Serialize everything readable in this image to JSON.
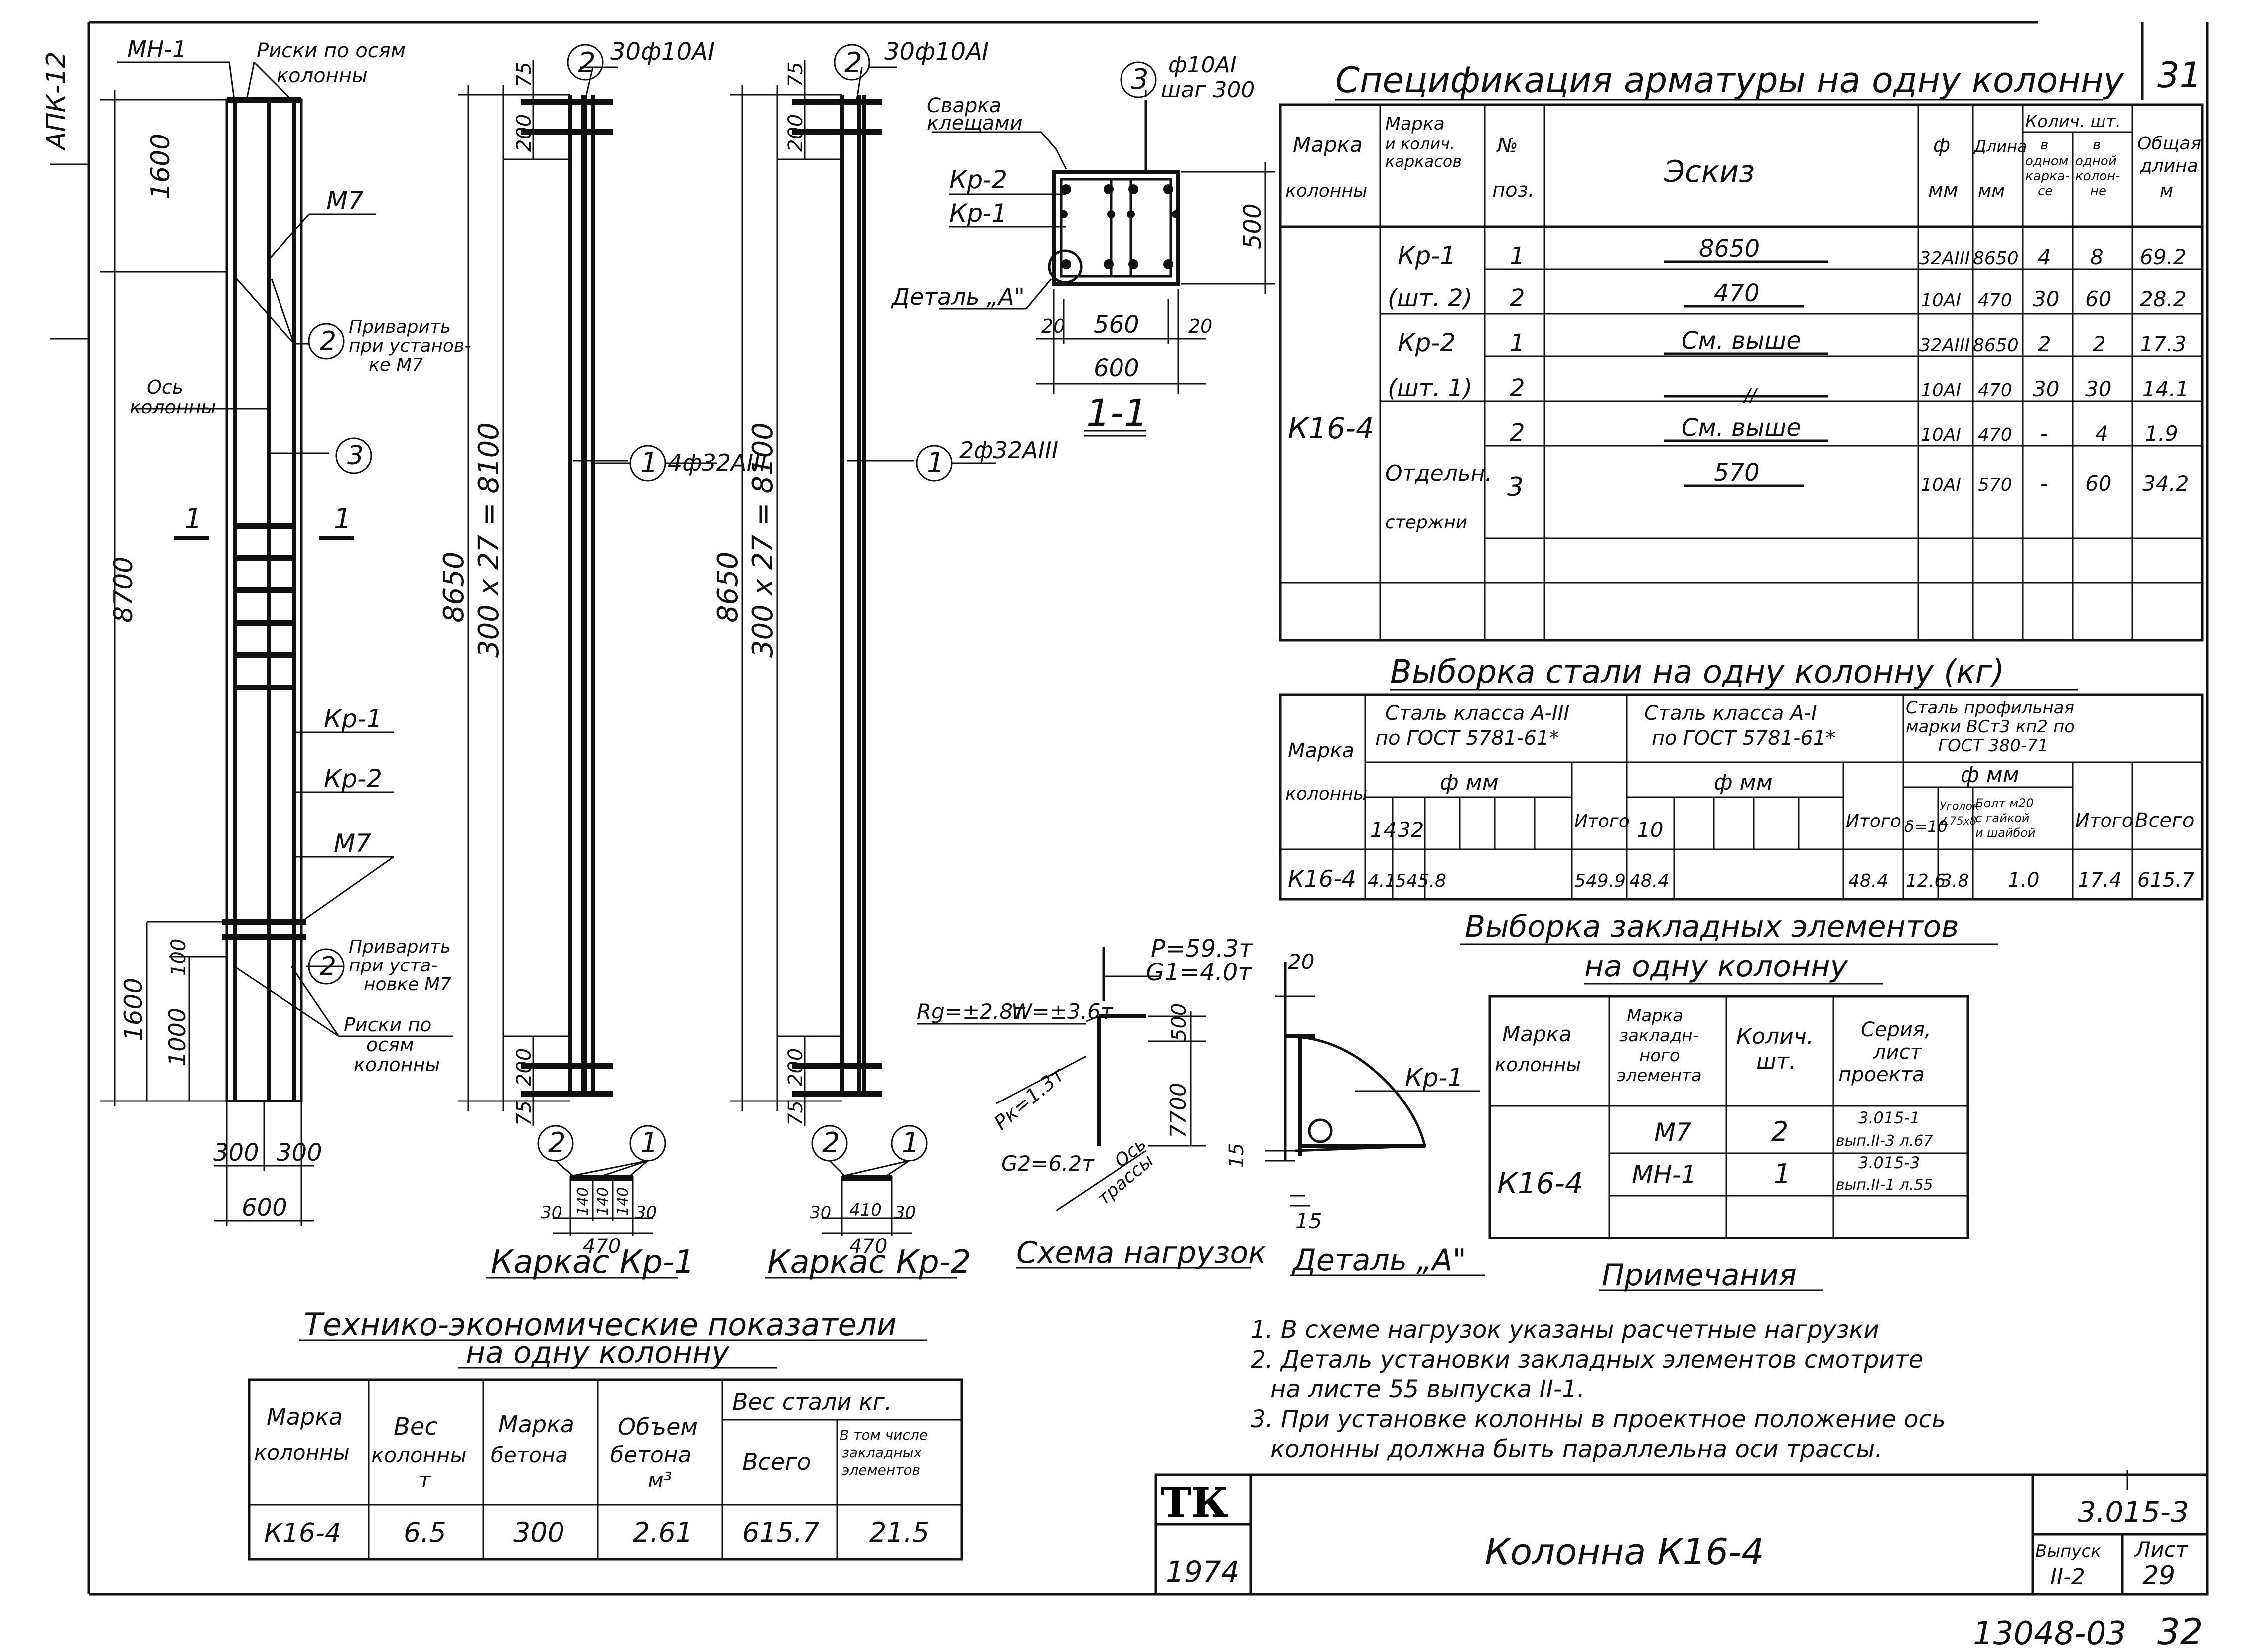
{
  "margin_code": "АПК-12",
  "sheet_top_number": "31",
  "bottom_code": "13048-03",
  "bottom_page": "32",
  "column_elevation": {
    "mh1": "МН-1",
    "risks_top": "Риски по осям",
    "risks_top2": "колонны",
    "dim_1600_top": "1600",
    "m7_top": "М7",
    "weld_pos": "2",
    "weld_text1": "Приварить",
    "weld_text2": "при установ-",
    "weld_text3": "ке М7",
    "axis1": "Ось",
    "axis2": "колонны",
    "pos3": "3",
    "section_mark": "1",
    "dim_8700": "8700",
    "kp1": "Кр-1",
    "kp2": "Кр-2",
    "m7_bottom": "М7",
    "weld2_pos": "2",
    "weld2_text1": "Приварить",
    "weld2_text2": "при уста-",
    "weld2_text3": "новке М7",
    "risks_bot1": "Риски по",
    "risks_bot2": "осям",
    "risks_bot3": "колонны",
    "dim_1600_bot": "1600",
    "dim_1000": "1000",
    "dim_100": "100",
    "dim_300a": "300",
    "dim_300b": "300",
    "dim_600": "600"
  },
  "cage1": {
    "pos2": "2",
    "bar2": "30ф10АI",
    "dim_75a": "75",
    "dim_200a": "200",
    "dim_8650": "8650",
    "dim_8100": "300 x 27 = 8100",
    "pos1": "1",
    "bar1": "4ф32АIII",
    "dim_200b": "200",
    "dim_75b": "75",
    "dim_30a": "30",
    "dim_140a": "140",
    "dim_140b": "140",
    "dim_140c": "140",
    "dim_30b": "30",
    "dim_470": "470",
    "bot_pos2": "2",
    "bot_pos1": "1",
    "title": "Каркас Кр-1"
  },
  "cage2": {
    "pos2": "2",
    "bar2": "30ф10АI",
    "dim_75a": "75",
    "dim_200a": "200",
    "dim_8650": "8650",
    "dim_8100": "300 x 27 = 8100",
    "pos1": "1",
    "bar1": "2ф32АIII",
    "dim_200b": "200",
    "dim_75b": "75",
    "dim_30a": "30",
    "dim_410": "410",
    "dim_30b": "30",
    "dim_470": "470",
    "bot_pos2": "2",
    "bot_pos1": "1",
    "title": "Каркас Кр-2"
  },
  "section": {
    "pos3": "3",
    "bar3": "ф10АI",
    "step": "шаг 300",
    "weld1": "Сварка",
    "weld2": "клещами",
    "kp2": "Кр-2",
    "kp1": "Кр-1",
    "dim_500": "500",
    "detail": "Деталь „А\"",
    "dim_20a": "20",
    "dim_560": "560",
    "dim_20b": "20",
    "dim_600": "600",
    "title": "1-1"
  },
  "loads": {
    "p": "P=59.3т",
    "g1": "G1=4.0т",
    "rg": "Rg=±2.8т",
    "w": "W=±3.6т",
    "pk": "Pк=1.3т",
    "g2": "G2=6.2т",
    "axis1": "Ось",
    "axis2": "трассы",
    "dim_500": "500",
    "dim_7700": "7700",
    "title": "Схема нагрузок"
  },
  "detail_a": {
    "dim_20": "20",
    "kp1": "Кр-1",
    "dim_15a": "15",
    "dim_15b": "15",
    "title": "Деталь „А\""
  },
  "spec": {
    "title": "Спецификация арматуры на одну колонну",
    "headers": [
      "Марка колонны",
      "Марка и колич. каркасов",
      "№ поз.",
      "Эскиз",
      "ф мм",
      "Длина мм",
      "Колич. шт. в одном каркасе",
      "Колич. шт. в одной колонне",
      "Общая длина м"
    ],
    "hdr_col": [
      "Марка",
      "колонны"
    ],
    "hdr_cage": [
      "Марка",
      "и колич.",
      "каркасов"
    ],
    "hdr_pos": [
      "№",
      "поз."
    ],
    "hdr_sketch": "Эскиз",
    "hdr_dia": [
      "ф",
      "мм"
    ],
    "hdr_len": [
      "Длина",
      "мм"
    ],
    "hdr_qty": "Колич. шт.",
    "hdr_qty_cage": [
      "в",
      "одном",
      "карка-",
      "се"
    ],
    "hdr_qty_col": [
      "в",
      "одной",
      "колон-",
      "не"
    ],
    "hdr_total": [
      "Общая",
      "длина",
      "м"
    ],
    "column_mark": "К16-4",
    "rows": [
      {
        "cage": "Кр-1",
        "pos": "1",
        "sketch": "8650",
        "dia": "32АIII",
        "len": "8650",
        "n_cage": "4",
        "n_col": "8",
        "total": "69.2"
      },
      {
        "cage": "(шт. 2)",
        "pos": "2",
        "sketch": "470",
        "dia": "10АI",
        "len": "470",
        "n_cage": "30",
        "n_col": "60",
        "total": "28.2"
      },
      {
        "cage": "Кр-2",
        "pos": "1",
        "sketch": "См. выше",
        "dia": "32АIII",
        "len": "8650",
        "n_cage": "2",
        "n_col": "2",
        "total": "17.3"
      },
      {
        "cage": "(шт. 1)",
        "pos": "2",
        "sketch": "—//—",
        "dia": "10АI",
        "len": "470",
        "n_cage": "30",
        "n_col": "30",
        "total": "14.1"
      },
      {
        "cage": "Отдельн.",
        "pos": "2",
        "sketch": "См. выше",
        "dia": "10АI",
        "len": "470",
        "n_cage": "-",
        "n_col": "4",
        "total": "1.9"
      },
      {
        "cage": "",
        "pos": "3",
        "sketch": "570",
        "dia": "10АI",
        "len": "570",
        "n_cage": "-",
        "n_col": "60",
        "total": "34.2"
      },
      {
        "cage": "стержни",
        "pos": "",
        "sketch": "",
        "dia": "",
        "len": "",
        "n_cage": "",
        "n_col": "",
        "total": ""
      }
    ]
  },
  "steel": {
    "title": "Выборка стали на одну колонну (кг)",
    "hdr_col": [
      "Марка",
      "колонны"
    ],
    "hdr_a3": [
      "Сталь класса А-III",
      "по ГОСТ 5781-61*"
    ],
    "hdr_a1": [
      "Сталь класса А-I",
      "по ГОСТ 5781-61*"
    ],
    "hdr_prof": [
      "Сталь профильная",
      "марки ВСт3 кп2 по",
      "ГОСТ 380-71"
    ],
    "hdr_dmm": "ф мм",
    "hdr_14": "14",
    "hdr_32": "32",
    "hdr_itogo": "Итого",
    "hdr_10": "10",
    "hdr_d10": "δ=10",
    "hdr_ugol": [
      "Уголок",
      "∠75x8"
    ],
    "hdr_bolt": [
      "Болт м20",
      "с гайкой",
      "и шайбой"
    ],
    "hdr_vsego": "Всего",
    "row": {
      "mark": "К16-4",
      "d14": "4.1",
      "d32": "545.8",
      "a3_total": "549.9",
      "d10": "48.4",
      "a1_total": "48.4",
      "plate": "12.6",
      "angle": "3.8",
      "bolt": "1.0",
      "prof_total": "17.4",
      "all": "615.7"
    }
  },
  "embedded": {
    "title1": "Выборка закладных элементов",
    "title2": "на одну колонну",
    "hdr_col": [
      "Марка",
      "колонны"
    ],
    "hdr_el": [
      "Марка",
      "закладн-",
      "ного",
      "элемента"
    ],
    "hdr_qty": [
      "Колич.",
      "шт."
    ],
    "hdr_ser": [
      "Серия,",
      "лист",
      "проекта"
    ],
    "column_mark": "К16-4",
    "rows": [
      {
        "el": "М7",
        "qty": "2",
        "ser1": "3.015-1",
        "ser2": "вып.II-3 л.67"
      },
      {
        "el": "МН-1",
        "qty": "1",
        "ser1": "3.015-3",
        "ser2": "вып.II-1 л.55"
      }
    ]
  },
  "notes": {
    "title": "Примечания",
    "lines": [
      "1. В схеме нагрузок указаны расчетные нагрузки",
      "2. Деталь установки закладных элементов смотрите",
      "на листе 55 выпуска II-1.",
      "3. При установке колонны в проектное положение ось",
      "колонны должна быть параллельна оси трассы."
    ]
  },
  "tech": {
    "title1": "Технико-экономические показатели",
    "title2": "на одну колонну",
    "hdr_col": [
      "Марка",
      "колонны"
    ],
    "hdr_weight": [
      "Вес",
      "колонны",
      "т"
    ],
    "hdr_concrete": [
      "Марка",
      "бетона"
    ],
    "hdr_volume": [
      "Объем",
      "бетона",
      "м³"
    ],
    "hdr_steel": "Вес стали кг.",
    "hdr_total": "Всего",
    "hdr_incl": [
      "В том числе",
      "закладных",
      "элементов"
    ],
    "row": {
      "mark": "К16-4",
      "weight": "6.5",
      "concrete": "300",
      "volume": "2.61",
      "steel_total": "615.7",
      "embedded": "21.5"
    }
  },
  "title_block": {
    "logo": "ТК",
    "year": "1974",
    "name": "Колонна К16-4",
    "series": "3.015-3",
    "issue_label": "Выпуск",
    "issue": "II-2",
    "sheet_label": "Лист",
    "sheet": "29"
  }
}
